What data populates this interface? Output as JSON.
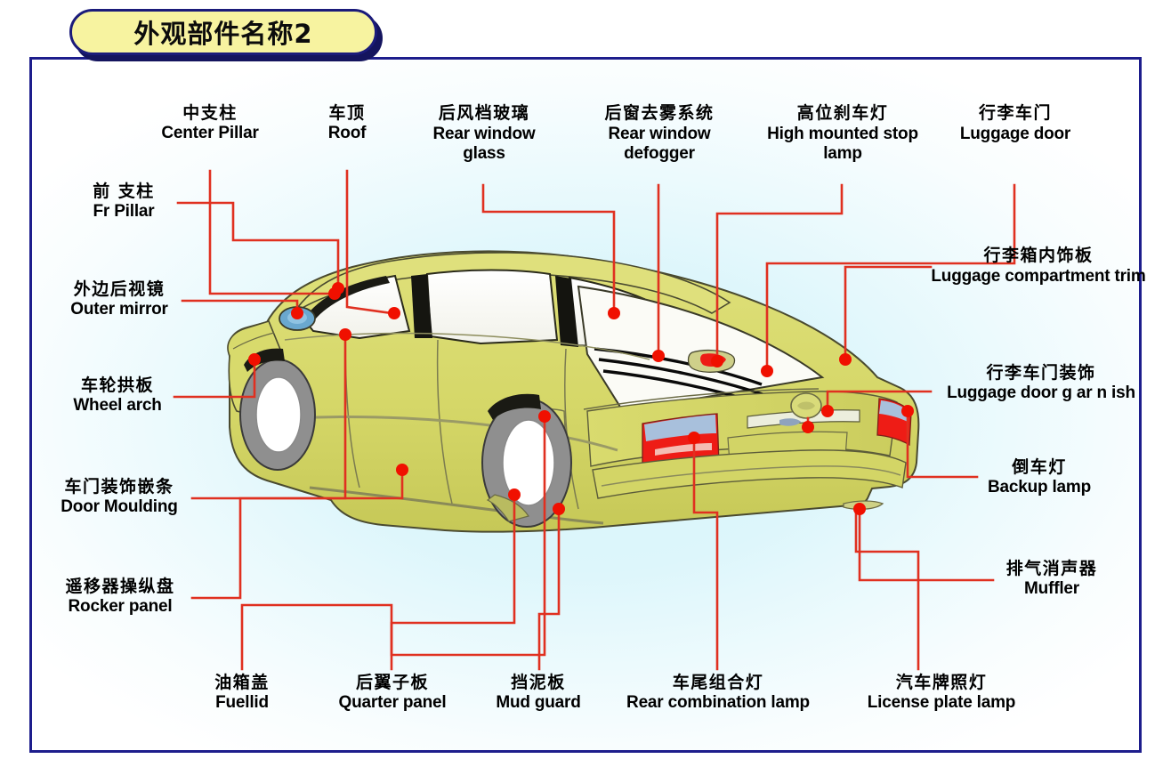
{
  "title": {
    "text": "外观部件名称2",
    "banner_fill": "#f7f3a0",
    "banner_border": "#1b1b7a",
    "shadow_color": "#14145e"
  },
  "frame": {
    "border_color": "#1d1d8c",
    "background_center": "#d8f5fa",
    "background_edge": "#ffffff"
  },
  "diagram": {
    "type": "labeled-parts-diagram",
    "subject": "sedan-exterior-rear-three-quarter-view",
    "leader_color": "#e03020",
    "marker_color": "#f01000",
    "body_color": "#d7d96a",
    "body_shade": "#c9cb5c",
    "glass_color": "#fbfbf8",
    "tire_color": "#9a9a9a",
    "wheel_color": "#ffffff",
    "lamp_red": "#ee1c16",
    "lamp_blue": "#a8c0dc",
    "mirror_color": "#6aa8cf",
    "outline_color": "#3a3a28"
  },
  "labels": [
    {
      "id": "center-pillar",
      "cn": "中支柱",
      "en": "Center Pillar"
    },
    {
      "id": "roof",
      "cn": "车顶",
      "en": "Roof"
    },
    {
      "id": "rear-window-glass",
      "cn": "后风档玻璃",
      "en": "Rear window glass"
    },
    {
      "id": "rear-window-defogger",
      "cn": "后窗去雾系统",
      "en": "Rear window defogger"
    },
    {
      "id": "high-mounted-stop-lamp",
      "cn": "高位刹车灯",
      "en": "High mounted stop lamp"
    },
    {
      "id": "luggage-door",
      "cn": "行李车门",
      "en": "Luggage door"
    },
    {
      "id": "fr-pillar",
      "cn": "前 支柱",
      "en": "Fr   Pillar"
    },
    {
      "id": "outer-mirror",
      "cn": "外边后视镜",
      "en": "Outer mirror"
    },
    {
      "id": "wheel-arch",
      "cn": "车轮拱板",
      "en": "Wheel arch"
    },
    {
      "id": "door-moulding",
      "cn": "车门装饰嵌条",
      "en": "Door Moulding"
    },
    {
      "id": "rocker-panel",
      "cn": "遥移器操纵盘",
      "en": "Rocker panel"
    },
    {
      "id": "luggage-compartment-trim",
      "cn": "行李箱内饰板",
      "en": "Luggage compartment trim"
    },
    {
      "id": "luggage-door-garnish",
      "cn": "行李车门装饰",
      "en": "Luggage door g ar n ish"
    },
    {
      "id": "backup-lamp",
      "cn": "倒车灯",
      "en": "Backup lamp"
    },
    {
      "id": "muffler",
      "cn": "排气消声器",
      "en": "Muffler"
    },
    {
      "id": "fuel-lid",
      "cn": "油箱盖",
      "en": "Fuellid"
    },
    {
      "id": "quarter-panel",
      "cn": "后翼子板",
      "en": "Quarter panel"
    },
    {
      "id": "mud-guard",
      "cn": "挡泥板",
      "en": "Mud guard"
    },
    {
      "id": "rear-combination-lamp",
      "cn": "车尾组合灯",
      "en": "Rear combination lamp"
    },
    {
      "id": "license-plate-lamp",
      "cn": "汽车牌照灯",
      "en": "License plate lamp"
    }
  ]
}
